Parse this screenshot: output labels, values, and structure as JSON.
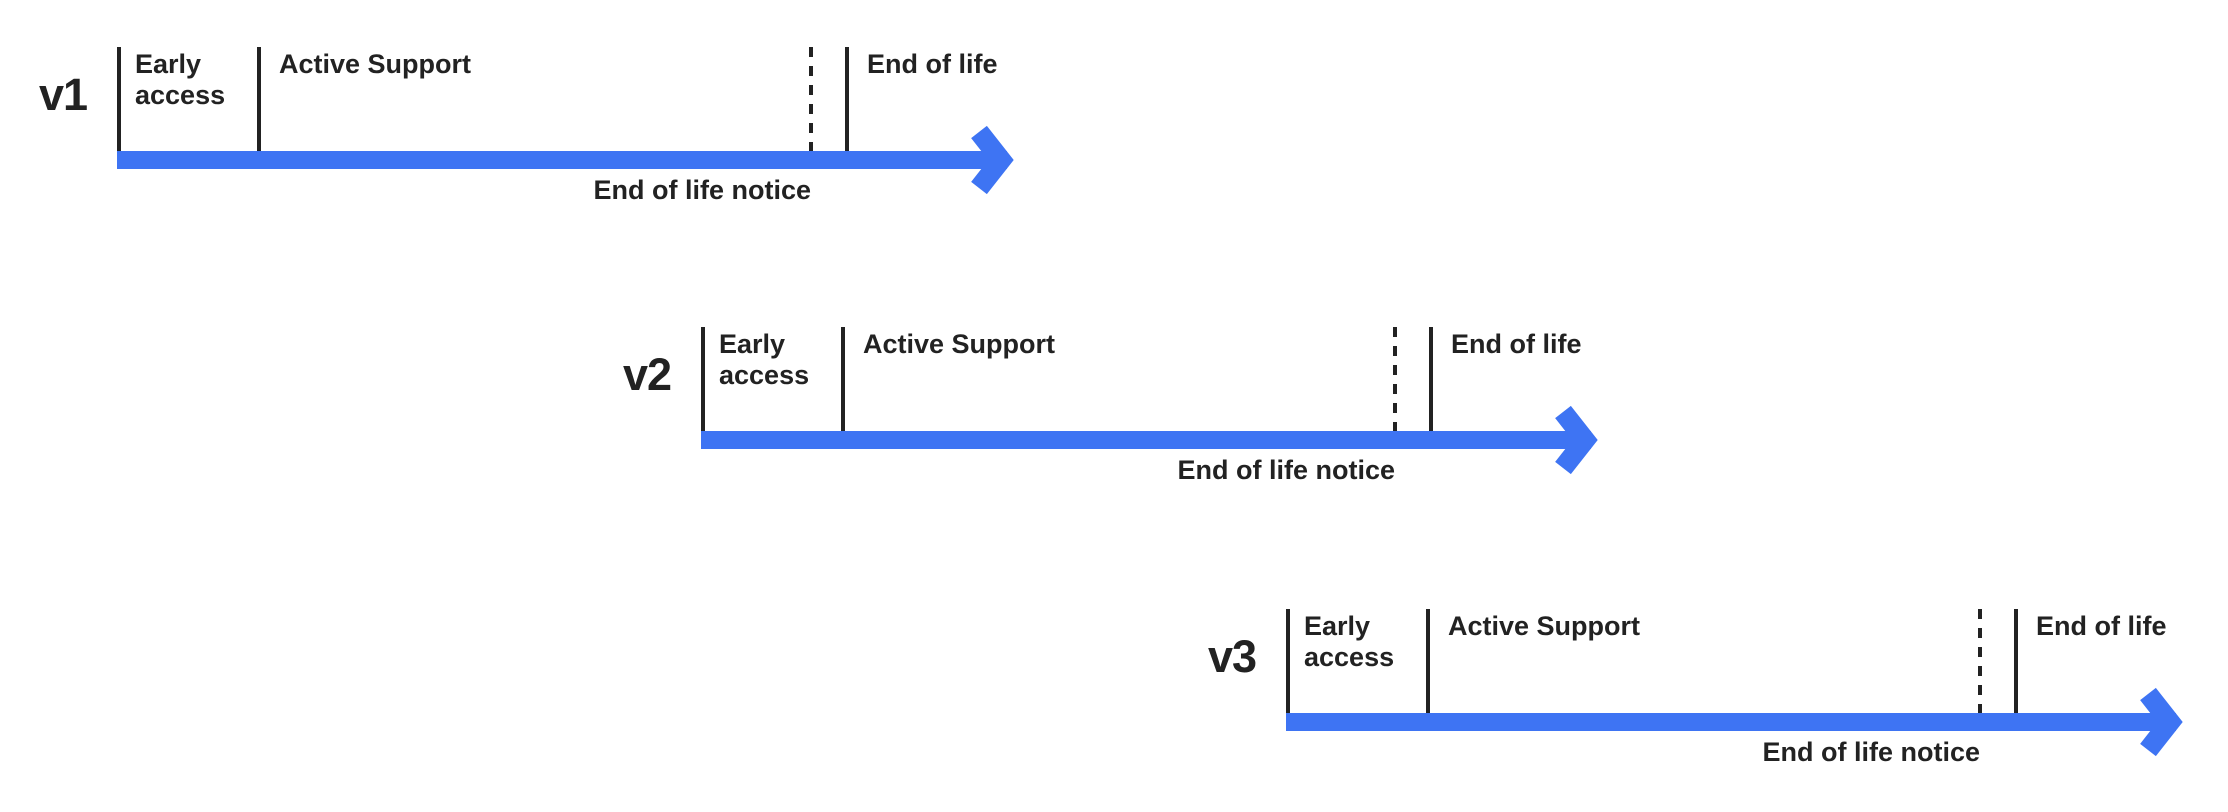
{
  "diagram": {
    "description": "Version release lifecycle timelines",
    "colors": {
      "accent": "#3e74f3",
      "ink": "#222222",
      "background": "#ffffff"
    },
    "rows": [
      {
        "version": "v1",
        "phases": {
          "early_access": "Early access",
          "active_support": "Active Support",
          "end_of_life": "End of life",
          "end_of_life_notice": "End of life notice"
        }
      },
      {
        "version": "v2",
        "phases": {
          "early_access": "Early access",
          "active_support": "Active Support",
          "end_of_life": "End of life",
          "end_of_life_notice": "End of life notice"
        }
      },
      {
        "version": "v3",
        "phases": {
          "early_access": "Early access",
          "active_support": "Active Support",
          "end_of_life": "End of life",
          "end_of_life_notice": "End of life notice"
        }
      }
    ]
  }
}
